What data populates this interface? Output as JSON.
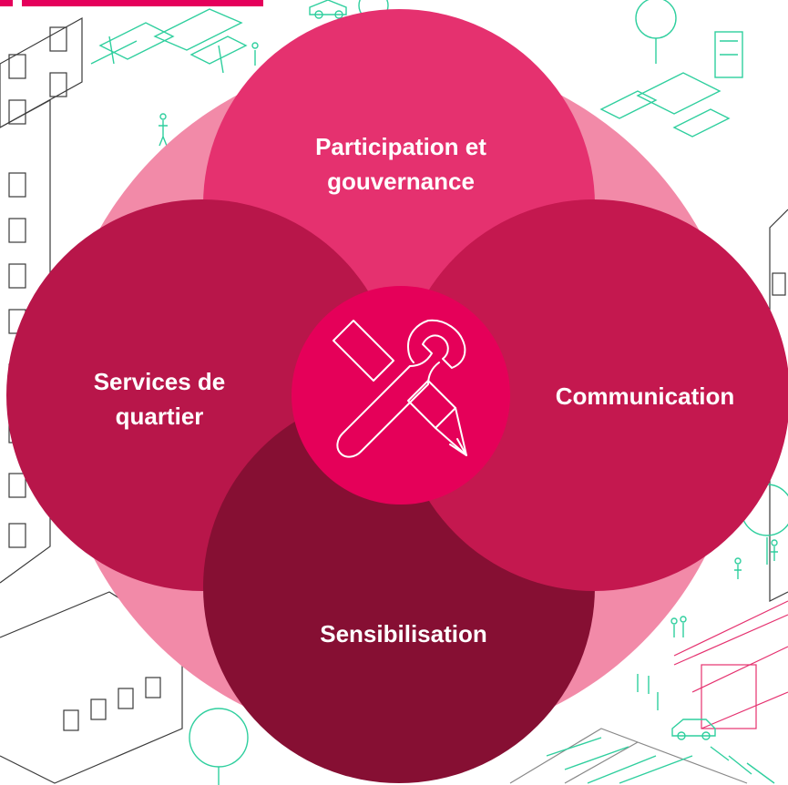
{
  "diagram": {
    "circles": {
      "top": "Participation et\ngouvernance",
      "left": "Services de\nquartier",
      "right": "Communication",
      "bottom": "Sensibilisation"
    },
    "center_icon": "tools-icon"
  },
  "colors": {
    "background_diamond": "#f28aa8",
    "top": "#e5316f",
    "left": "#b8164a",
    "right": "#c4184f",
    "bottom": "#860f33",
    "center": "#e50059",
    "illustration_green": "#2fcf9e",
    "illustration_line": "#3a3a3a",
    "accent_tab": "#e5005b"
  }
}
